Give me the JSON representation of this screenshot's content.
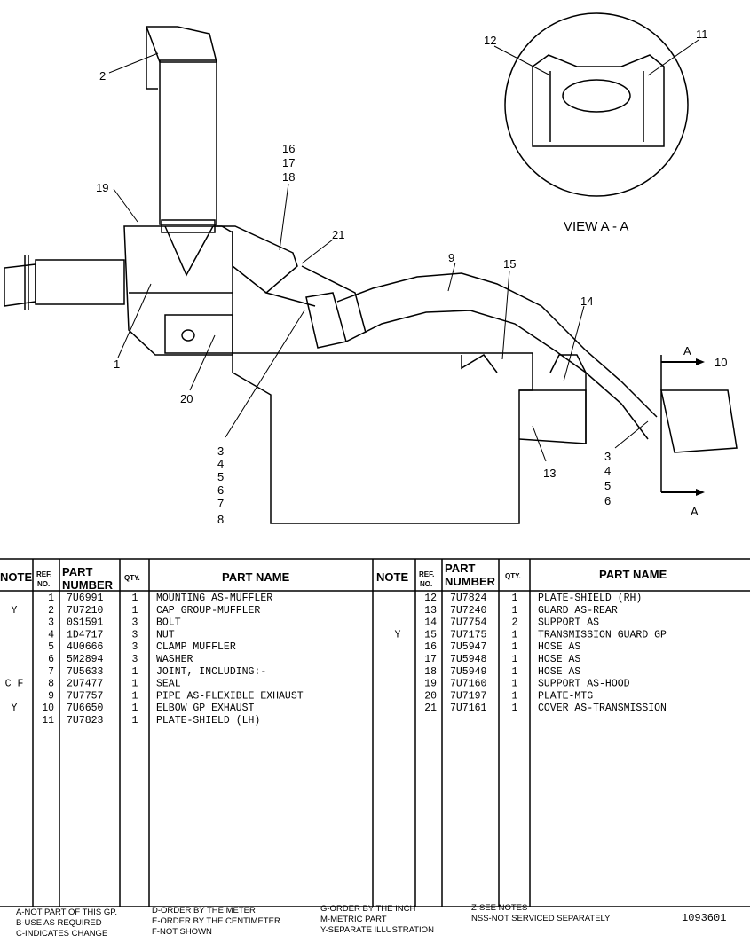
{
  "diagram": {
    "view_label": "VIEW A - A",
    "section_marks": [
      "A",
      "A"
    ],
    "callouts": [
      "1",
      "2",
      "3",
      "4",
      "5",
      "6",
      "7",
      "8",
      "9",
      "10",
      "11",
      "12",
      "13",
      "14",
      "15",
      "16",
      "17",
      "18",
      "19",
      "20",
      "21",
      "3",
      "4",
      "5",
      "6"
    ]
  },
  "table": {
    "headers": {
      "note": "NOTE",
      "ref_no": [
        "REF.",
        "NO."
      ],
      "part_number": [
        "PART",
        "NUMBER"
      ],
      "qty": "QTY.",
      "part_name": "PART NAME"
    },
    "left_rows": [
      {
        "note": "",
        "ref": "1",
        "part": "7U6991",
        "qty": "1",
        "name": "MOUNTING AS-MUFFLER"
      },
      {
        "note": "Y",
        "ref": "2",
        "part": "7U7210",
        "qty": "1",
        "name": "CAP GROUP-MUFFLER"
      },
      {
        "note": "",
        "ref": "3",
        "part": "0S1591",
        "qty": "3",
        "name": "BOLT"
      },
      {
        "note": "",
        "ref": "4",
        "part": "1D4717",
        "qty": "3",
        "name": "NUT"
      },
      {
        "note": "",
        "ref": "5",
        "part": "4U0666",
        "qty": "3",
        "name": "CLAMP MUFFLER"
      },
      {
        "note": "",
        "ref": "6",
        "part": "5M2894",
        "qty": "3",
        "name": "WASHER"
      },
      {
        "note": "",
        "ref": "7",
        "part": "7U5633",
        "qty": "1",
        "name": "JOINT, INCLUDING:-"
      },
      {
        "note": "C F",
        "ref": "8",
        "part": "2U7477",
        "qty": "1",
        "name": "  SEAL"
      },
      {
        "note": "",
        "ref": "9",
        "part": "7U7757",
        "qty": "1",
        "name": "PIPE AS-FLEXIBLE EXHAUST"
      },
      {
        "note": "Y",
        "ref": "10",
        "part": "7U6650",
        "qty": "1",
        "name": "ELBOW GP EXHAUST"
      },
      {
        "note": "",
        "ref": "11",
        "part": "7U7823",
        "qty": "1",
        "name": "PLATE-SHIELD (LH)"
      }
    ],
    "right_rows": [
      {
        "note": "",
        "ref": "12",
        "part": "7U7824",
        "qty": "1",
        "name": "PLATE-SHIELD (RH)"
      },
      {
        "note": "",
        "ref": "13",
        "part": "7U7240",
        "qty": "1",
        "name": "GUARD AS-REAR"
      },
      {
        "note": "",
        "ref": "14",
        "part": "7U7754",
        "qty": "2",
        "name": "SUPPORT AS"
      },
      {
        "note": "Y",
        "ref": "15",
        "part": "7U7175",
        "qty": "1",
        "name": "TRANSMISSION GUARD GP"
      },
      {
        "note": "",
        "ref": "16",
        "part": "7U5947",
        "qty": "1",
        "name": "HOSE AS"
      },
      {
        "note": "",
        "ref": "17",
        "part": "7U5948",
        "qty": "1",
        "name": "HOSE AS"
      },
      {
        "note": "",
        "ref": "18",
        "part": "7U5949",
        "qty": "1",
        "name": "HOSE AS"
      },
      {
        "note": "",
        "ref": "19",
        "part": "7U7160",
        "qty": "1",
        "name": "SUPPORT AS-HOOD"
      },
      {
        "note": "",
        "ref": "20",
        "part": "7U7197",
        "qty": "1",
        "name": "PLATE-MTG"
      },
      {
        "note": "",
        "ref": "21",
        "part": "7U7161",
        "qty": "1",
        "name": "COVER AS-TRANSMISSION"
      }
    ]
  },
  "legend": {
    "col1": [
      "A-NOT PART OF THIS GP.",
      "B-USE AS REQUIRED",
      "C-INDICATES CHANGE"
    ],
    "col2": [
      "D-ORDER BY THE METER",
      "E-ORDER BY THE CENTIMETER",
      "F-NOT SHOWN"
    ],
    "col3": [
      "G-ORDER BY THE INCH",
      "M-METRIC PART",
      "Y-SEPARATE ILLUSTRATION"
    ],
    "col4": [
      "Z-SEE NOTES",
      "NSS-NOT SERVICED SEPARATELY"
    ]
  },
  "doc_number": "1093601"
}
